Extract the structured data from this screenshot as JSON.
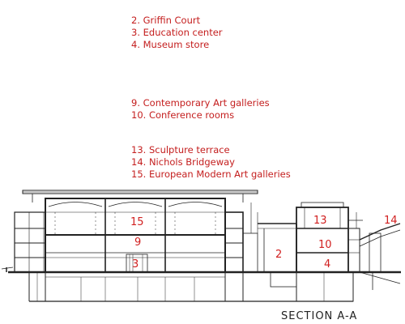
{
  "legend": {
    "group1": [
      "2. Griffin Court",
      "3. Education center",
      "4. Museum store"
    ],
    "group2": [
      "9. Contemporary Art galleries",
      "10. Conference rooms"
    ],
    "group3": [
      "13. Sculpture terrace",
      "14. Nichols Bridgeway",
      "15. European Modern Art galleries"
    ]
  },
  "section_title": "SECTION A-A",
  "room_numbers": {
    "r15": "15",
    "r9": "9",
    "r3": "3",
    "r2": "2",
    "r13": "13",
    "r10": "10",
    "r4": "4",
    "r14": "14"
  },
  "colors": {
    "label_red": "#d12020",
    "line": "#222222"
  }
}
